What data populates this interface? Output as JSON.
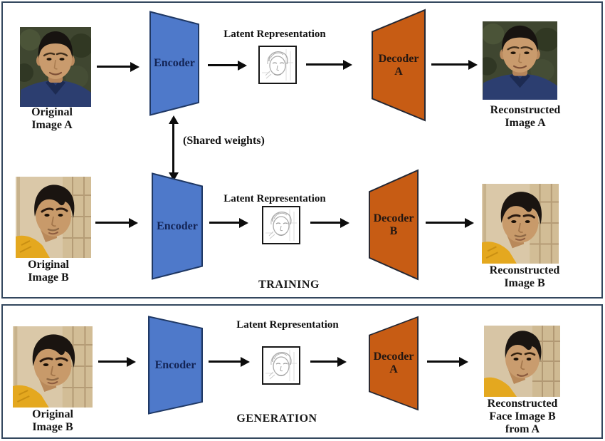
{
  "colors": {
    "panel_border": "#33475e",
    "arrow": "#0c0c0c",
    "encoder_fill": "#4e79ca",
    "encoder_stroke": "#1f3864",
    "encoder_text": "#132455",
    "decoder_fill": "#c75c14",
    "decoder_stroke": "#232733",
    "decoder_text": "#231712"
  },
  "training": {
    "row_a": {
      "input_caption": "Original Image A",
      "encoder_label": "Encoder",
      "latent_title": "Latent Representation",
      "decoder_label": "Decoder A",
      "output_caption": "Reconstructed Image A"
    },
    "shared_weights_label": "(Shared weights)",
    "row_b": {
      "input_caption": "Original Image B",
      "encoder_label": "Encoder",
      "latent_title": "Latent Representation",
      "decoder_label": "Decoder B",
      "output_caption": "Reconstructed Image B"
    },
    "phase_label": "TRAINING"
  },
  "generation": {
    "input_caption": "Original Image B",
    "encoder_label": "Encoder",
    "latent_title": "Latent Representation",
    "decoder_label": "Decoder A",
    "output_caption": "Reconstructed Face Image B from A",
    "phase_label": "GENERATION"
  }
}
